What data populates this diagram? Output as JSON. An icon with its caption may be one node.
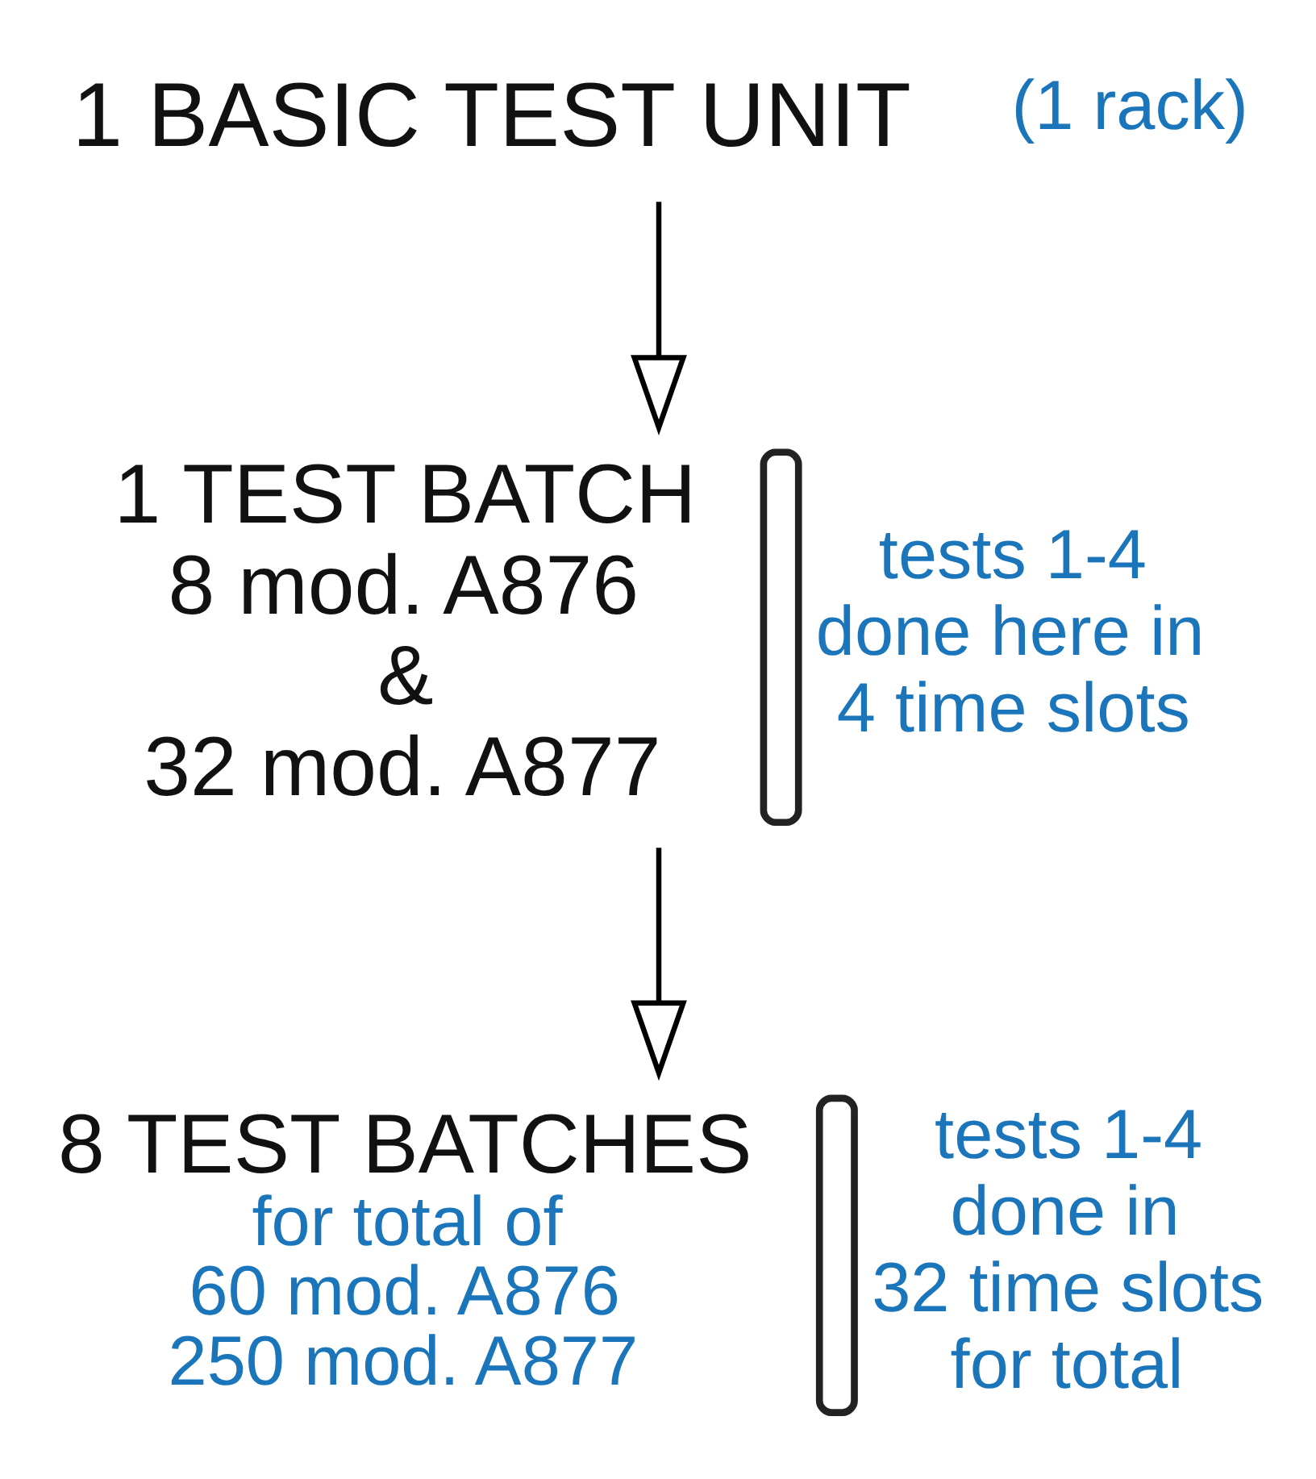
{
  "diagram": {
    "nodes": [
      {
        "text": [
          "1 BASIC TEST UNIT"
        ],
        "beside": [
          "(1 rack)"
        ]
      },
      {
        "text": [
          "1 TEST BATCH 8 mod. A876 & 32 mod. A877"
        ],
        "beside": [
          "tests 1-4 done here in 4 time slots"
        ]
      },
      {
        "text": [
          "8 TEST BATCHES",
          "for total of 60 mod. A876 250 mod. A877"
        ],
        "beside": [
          "tests 1-4 done in 32 time slots for total"
        ]
      }
    ],
    "edges": [
      {
        "from": 0,
        "to": 1,
        "arrow": "to"
      },
      {
        "from": 1,
        "to": 2,
        "arrow": "to"
      }
    ]
  }
}
